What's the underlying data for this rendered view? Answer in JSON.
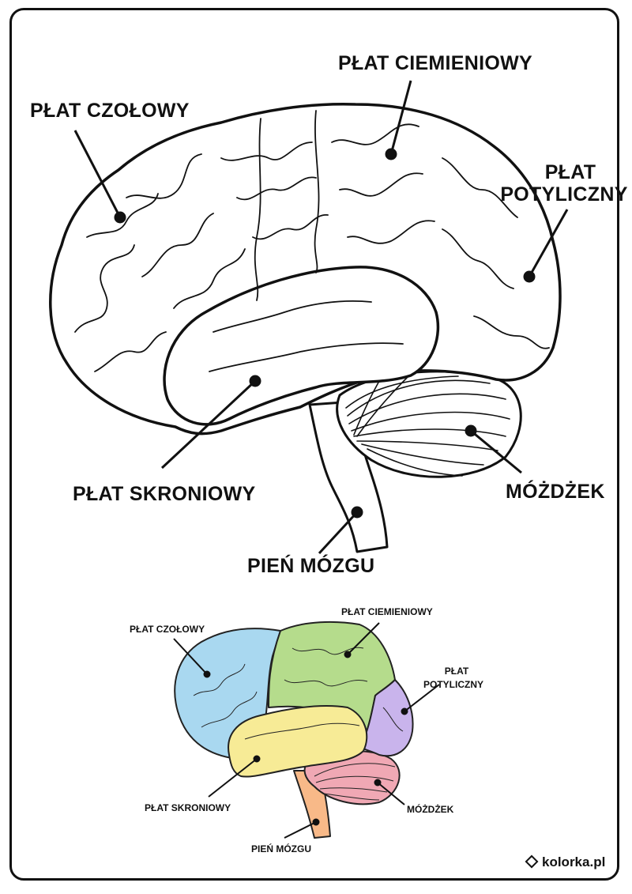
{
  "large_diagram": {
    "labels": {
      "frontal": "PŁAT CZOŁOWY",
      "parietal": "PŁAT CIEMIENIOWY",
      "occipital_1": "PŁAT",
      "occipital_2": "POTYLICZNY",
      "temporal": "PŁAT SKRONIOWY",
      "cerebellum": "MÓŻDŻEK",
      "brainstem": "PIEŃ MÓZGU"
    }
  },
  "small_diagram": {
    "labels": {
      "frontal": "PŁAT CZOŁOWY",
      "parietal": "PŁAT CIEMIENIOWY",
      "occipital_1": "PŁAT",
      "occipital_2": "POTYLICZNY",
      "temporal": "PŁAT SKRONIOWY",
      "cerebellum": "MÓŻDŻEK",
      "brainstem": "PIEŃ MÓZGU"
    },
    "colors": {
      "frontal": "#a9d8f0",
      "parietal": "#b5dc8c",
      "occipital": "#c9b4ec",
      "temporal": "#f7eb96",
      "cerebellum": "#f0a8b4",
      "brainstem": "#f8b988"
    }
  },
  "footer": {
    "brand": "kolorka.pl",
    "brand_icon": "diamond-outline-icon"
  }
}
